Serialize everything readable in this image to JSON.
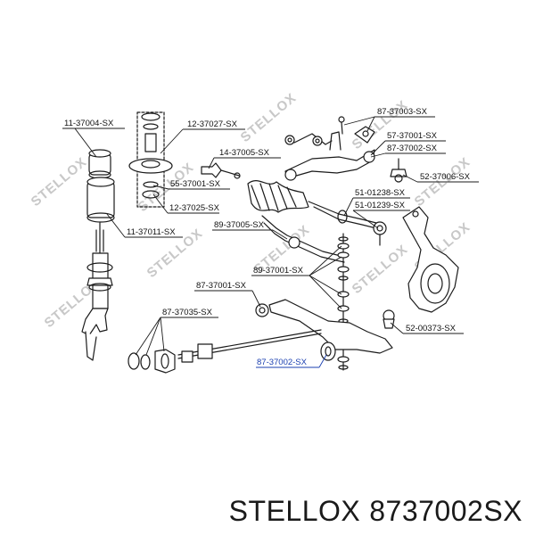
{
  "watermark": "STELLOX",
  "labels": {
    "l1": "11-37004-SX",
    "l2": "12-37027-SX",
    "l3": "87-37003-SX",
    "l4": "57-37001-SX",
    "l5": "87-37002-SX",
    "l6": "14-37005-SX",
    "l7": "52-37006-SX",
    "l8": "55-37001-SX",
    "l9": "51-01238-SX",
    "l10": "51-01239-SX",
    "l11": "12-37025-SX",
    "l12": "89-37005-SX",
    "l13": "11-37011-SX",
    "l14": "89-37001-SX",
    "l15": "87-37001-SX",
    "l16": "87-37035-SX",
    "l17": "52-00373-SX",
    "l18": "87-37002-SX"
  },
  "footer": {
    "brand": "STELLOX",
    "part_number": "8737002SX"
  },
  "colors": {
    "line": "#1b1b1b",
    "highlight": "#1a3fb0",
    "watermark": "#c8c8c8"
  }
}
